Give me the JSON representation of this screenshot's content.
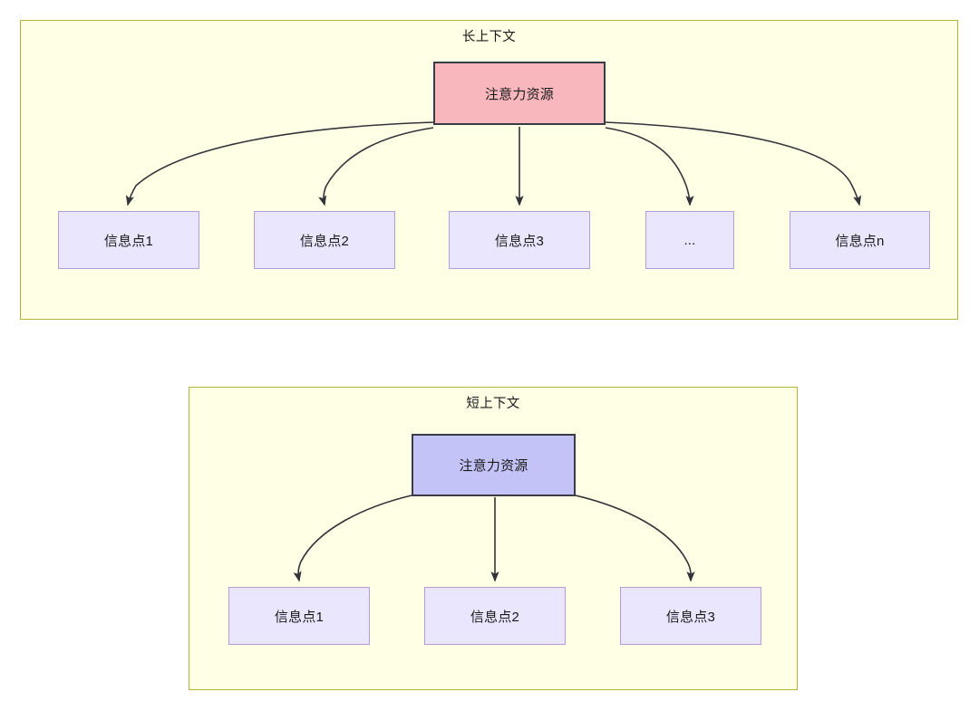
{
  "diagrams": [
    {
      "id": "long-context",
      "title": "长上下文",
      "root": {
        "label": "注意力资源",
        "fill": "#f8b6bd",
        "stroke": "#3b3b47"
      },
      "children": [
        {
          "label": "信息点1",
          "fill": "#e9e6fd",
          "stroke": "#b39ddb"
        },
        {
          "label": "信息点2",
          "fill": "#e9e6fd",
          "stroke": "#b39ddb"
        },
        {
          "label": "信息点3",
          "fill": "#e9e6fd",
          "stroke": "#b39ddb"
        },
        {
          "label": "...",
          "fill": "#e9e6fd",
          "stroke": "#b39ddb"
        },
        {
          "label": "信息点n",
          "fill": "#e9e6fd",
          "stroke": "#b39ddb"
        }
      ],
      "container": {
        "fill": "#ffffe6",
        "stroke": "#b5b535"
      }
    },
    {
      "id": "short-context",
      "title": "短上下文",
      "root": {
        "label": "注意力资源",
        "fill": "#c3c3f7",
        "stroke": "#3b3b47"
      },
      "children": [
        {
          "label": "信息点1",
          "fill": "#e9e6fd",
          "stroke": "#b39ddb"
        },
        {
          "label": "信息点2",
          "fill": "#e9e6fd",
          "stroke": "#b39ddb"
        },
        {
          "label": "信息点3",
          "fill": "#e9e6fd",
          "stroke": "#b39ddb"
        }
      ],
      "container": {
        "fill": "#ffffe6",
        "stroke": "#b5b535"
      }
    }
  ],
  "edge_color": "#33333a",
  "background": "#ffffff"
}
